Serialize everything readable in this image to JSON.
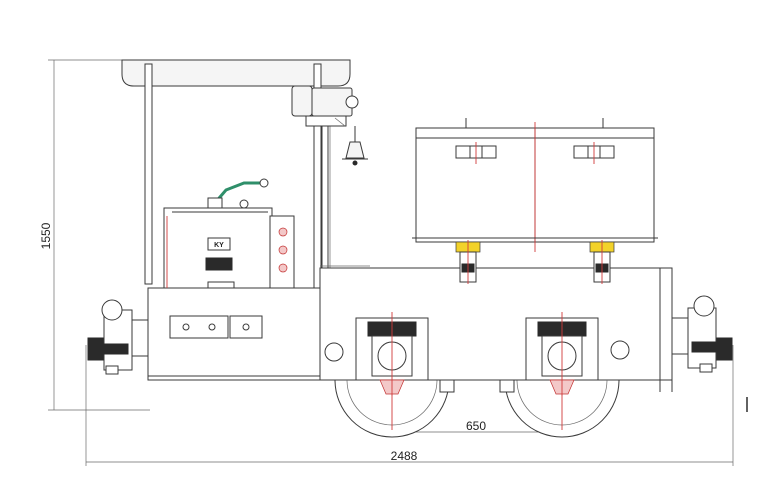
{
  "dimensions": {
    "height_label": "1550",
    "wheelbase_label": "650",
    "length_label": "2488"
  },
  "nameplate": {
    "mark": "KY"
  },
  "colors": {
    "line": "#3a3a3a",
    "accent_red": "#d23a3a",
    "accent_yellow": "#f2d22a",
    "lever_green": "#2f8f6a"
  }
}
